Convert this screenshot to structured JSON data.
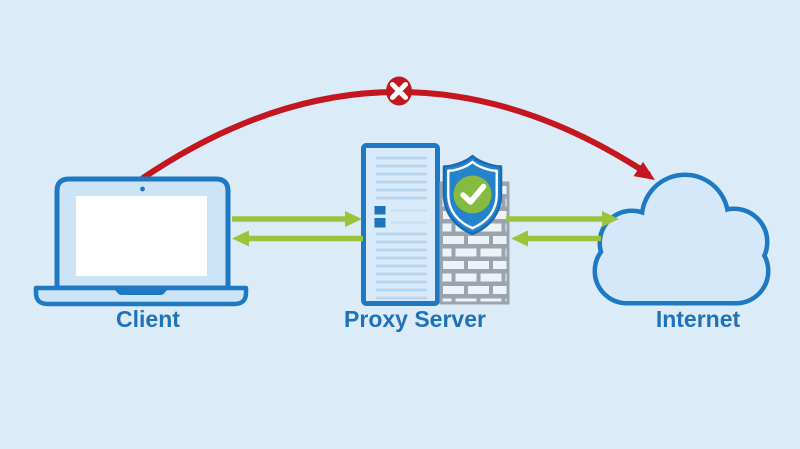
{
  "diagram": {
    "title_none_visible": "",
    "nodes": {
      "client": {
        "label": "Client",
        "icon": "laptop-icon"
      },
      "proxy": {
        "label": "Proxy Server",
        "icon": "server-tower-icon",
        "firewall_icon": "firewall-brick-wall-icon",
        "shield_icon": "shield-checkmark-icon"
      },
      "internet": {
        "label": "Internet",
        "icon": "cloud-icon"
      }
    },
    "connections": {
      "client_proxy": {
        "direction": "bidirectional",
        "status": "allowed",
        "color": "#9cc33c"
      },
      "proxy_internet": {
        "direction": "bidirectional",
        "status": "allowed",
        "color": "#9cc33c"
      },
      "client_internet": {
        "direction": "client-to-internet",
        "status": "blocked",
        "badge_icon": "x-blocked-icon",
        "color": "#c4161e"
      }
    },
    "colors": {
      "background": "#dcebf8",
      "outline_blue": "#1e79c5",
      "laptop_fill": "#cde3f6",
      "server_fill": "#d9eafa",
      "server_vent_lines": "#b8d5ef",
      "cloud_fill": "#d4e8f9",
      "label_blue": "#1f72b8",
      "arrow_green": "#9cc33c",
      "shield_blue": "#2583cc",
      "shield_green": "#85bc40",
      "blocked_red": "#c4161e",
      "firewall_gray": "#9aa4ac",
      "screen_white": "#ffffff"
    }
  }
}
